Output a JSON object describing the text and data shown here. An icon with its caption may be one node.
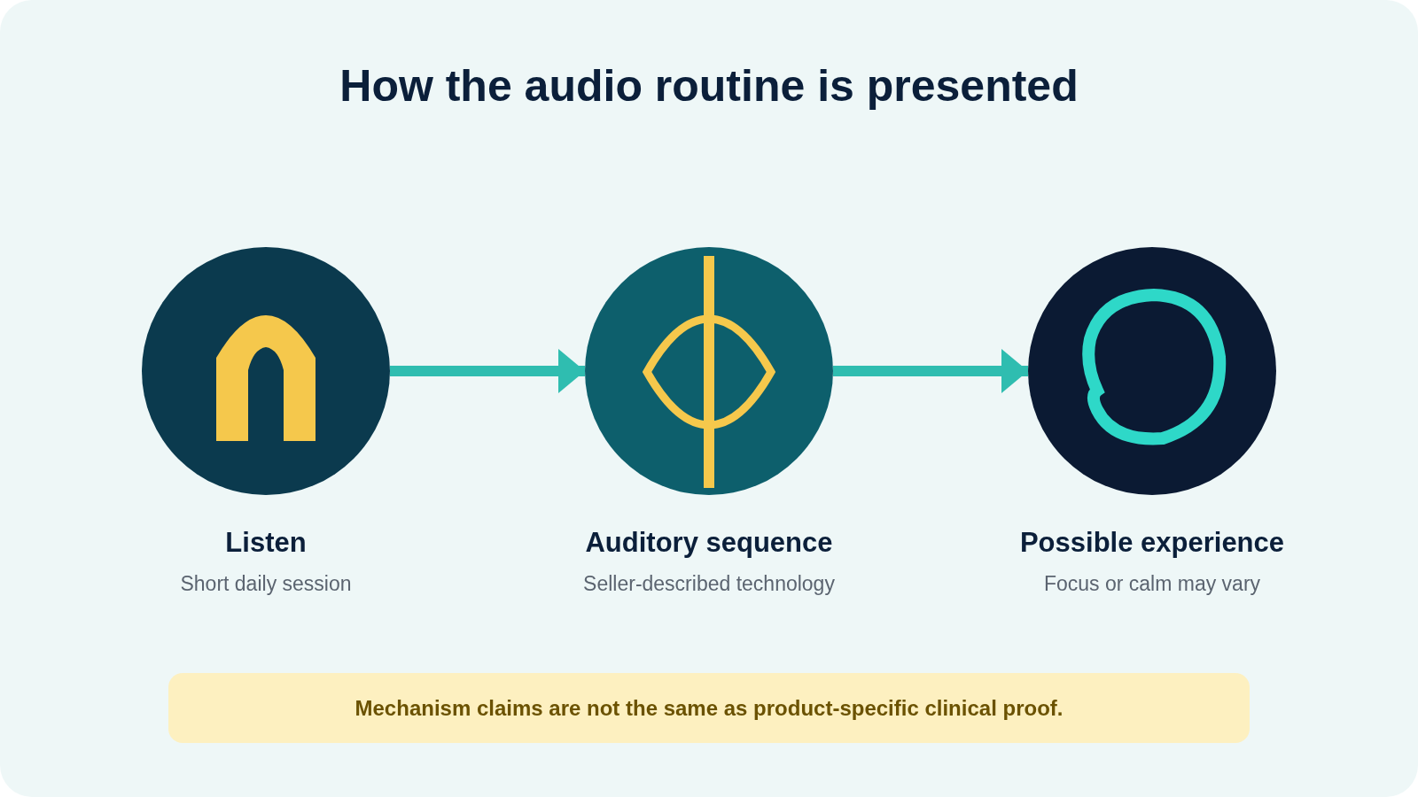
{
  "diagram": {
    "title": "How the audio routine is presented",
    "nodes": [
      {
        "text": [],
        "shape": "circle",
        "beside": [
          "Listen",
          "Short daily session"
        ]
      },
      {
        "text": [],
        "shape": "circle",
        "beside": [
          "Auditory sequence",
          "Seller-described technology"
        ]
      },
      {
        "text": [],
        "shape": "circle",
        "beside": [
          "Possible experience",
          "Focus or calm may vary"
        ]
      }
    ],
    "edges": [
      {
        "from": 0,
        "to": 1,
        "arrow": "to"
      },
      {
        "from": 1,
        "to": 2,
        "arrow": "to"
      }
    ],
    "labels": [
      "Mechanism claims are not the same as product-specific clinical proof."
    ]
  }
}
